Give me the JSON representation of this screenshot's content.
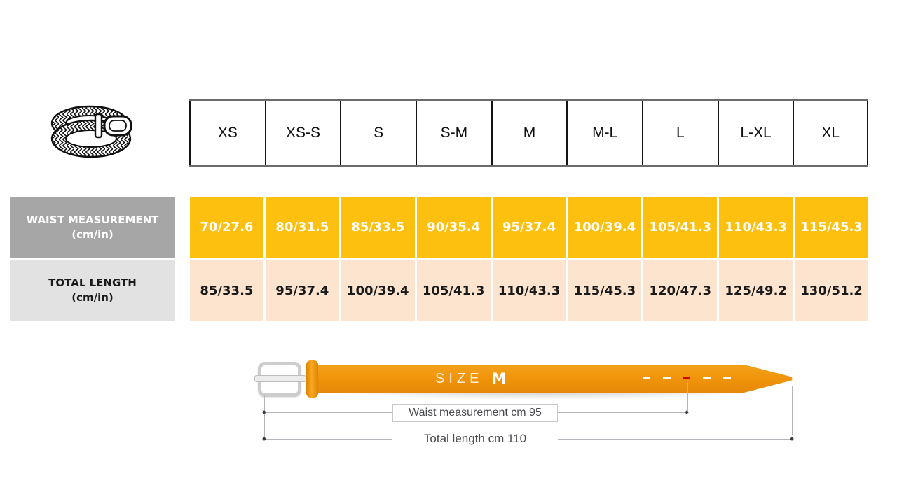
{
  "size_table": {
    "header_sizes": [
      "XS",
      "XS-S",
      "S",
      "S-M",
      "M",
      "M-L",
      "L",
      "L-XL",
      "XL"
    ],
    "waist_row": {
      "label": "WAIST MEASUREMENT",
      "unit": "(cm/in)",
      "values": [
        "70/27.6",
        "80/31.5",
        "85/33.5",
        "90/35.4",
        "95/37.4",
        "100/39.4",
        "105/41.3",
        "110/43.3",
        "115/45.3"
      ]
    },
    "length_row": {
      "label": "TOTAL LENGTH",
      "unit": "(cm/in)",
      "values": [
        "85/33.5",
        "95/37.4",
        "100/39.4",
        "105/41.3",
        "110/43.3",
        "115/45.3",
        "120/47.3",
        "125/49.2",
        "130/51.2"
      ]
    }
  },
  "belt_diagram": {
    "size_word": "SIZE",
    "size_value": "M",
    "waist_annotation": "Waist measurement cm 95",
    "length_annotation": "Total length cm 110"
  },
  "colors": {
    "waist_cell_bg": "#fdc00f",
    "length_cell_bg": "#fce4ce",
    "waist_label_bg": "#a6a6a6",
    "length_label_bg": "#e2e2e2",
    "belt_orange": "#ef9309",
    "buckle_gray": "#cdcdcd",
    "highlight_hole_red": "#d40000",
    "annotation_line": "#b4b4ba"
  }
}
